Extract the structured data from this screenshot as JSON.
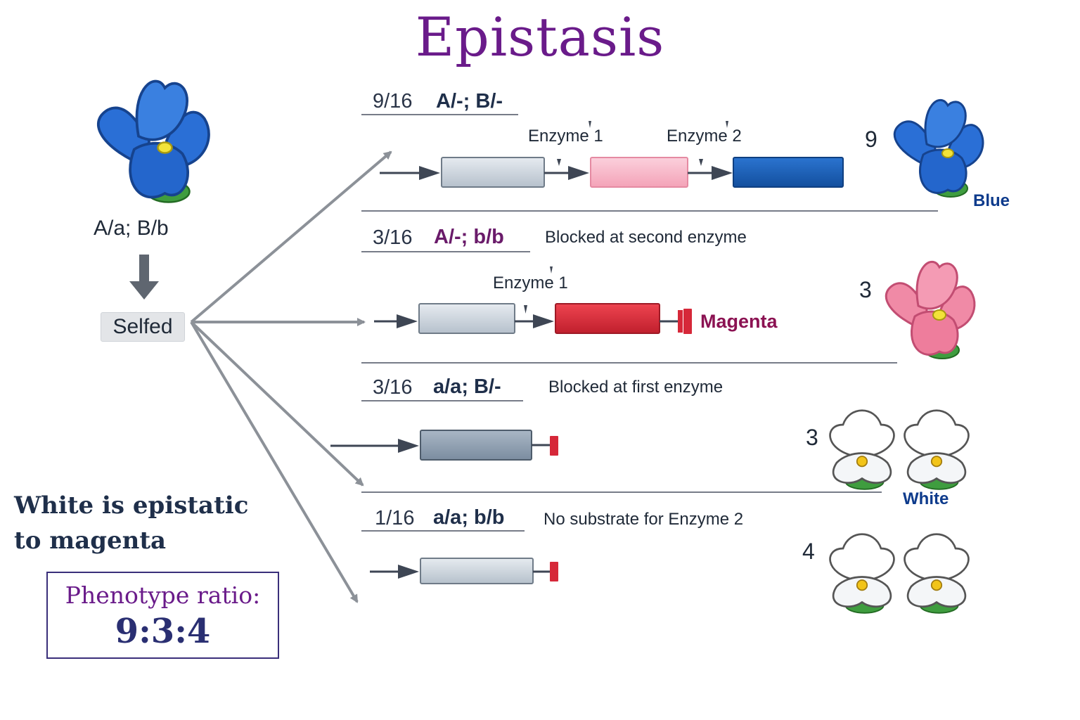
{
  "title": "Epistasis",
  "parent": {
    "genotype": "A/a; B/b",
    "cross_label": "Selfed"
  },
  "crosses": [
    {
      "fraction": "9/16",
      "genotype": "A/-; B/-",
      "note": "",
      "enzyme_labels": [
        "Enzyme 1",
        "Enzyme 2"
      ],
      "count": "9",
      "phenotype": "Blue"
    },
    {
      "fraction": "3/16",
      "genotype": "A/-; b/b",
      "note": "Blocked at second enzyme",
      "enzyme_labels": [
        "Enzyme 1"
      ],
      "count": "3",
      "phenotype": "Magenta"
    },
    {
      "fraction": "3/16",
      "genotype": "a/a; B/-",
      "note": "Blocked at first enzyme",
      "enzyme_labels": [],
      "count": "3",
      "phenotype": "White"
    },
    {
      "fraction": "1/16",
      "genotype": "a/a; b/b",
      "note": "No substrate for Enzyme 2",
      "enzyme_labels": [],
      "count": "4",
      "phenotype": ""
    }
  ],
  "epistasis_note": "White is epistatic to magenta",
  "ratio": {
    "label": "Phenotype ratio:",
    "value": "9:3:4"
  },
  "colors": {
    "title": "#6a1b8a",
    "blue": "#1a5fb4",
    "pink": "#f7b5c6",
    "magenta": "#d62839",
    "magenta_text": "#8b1252",
    "blue_text": "#0e3b8c",
    "substrate": "#c7d0da",
    "substrate_dark": "#8fa1b3"
  }
}
